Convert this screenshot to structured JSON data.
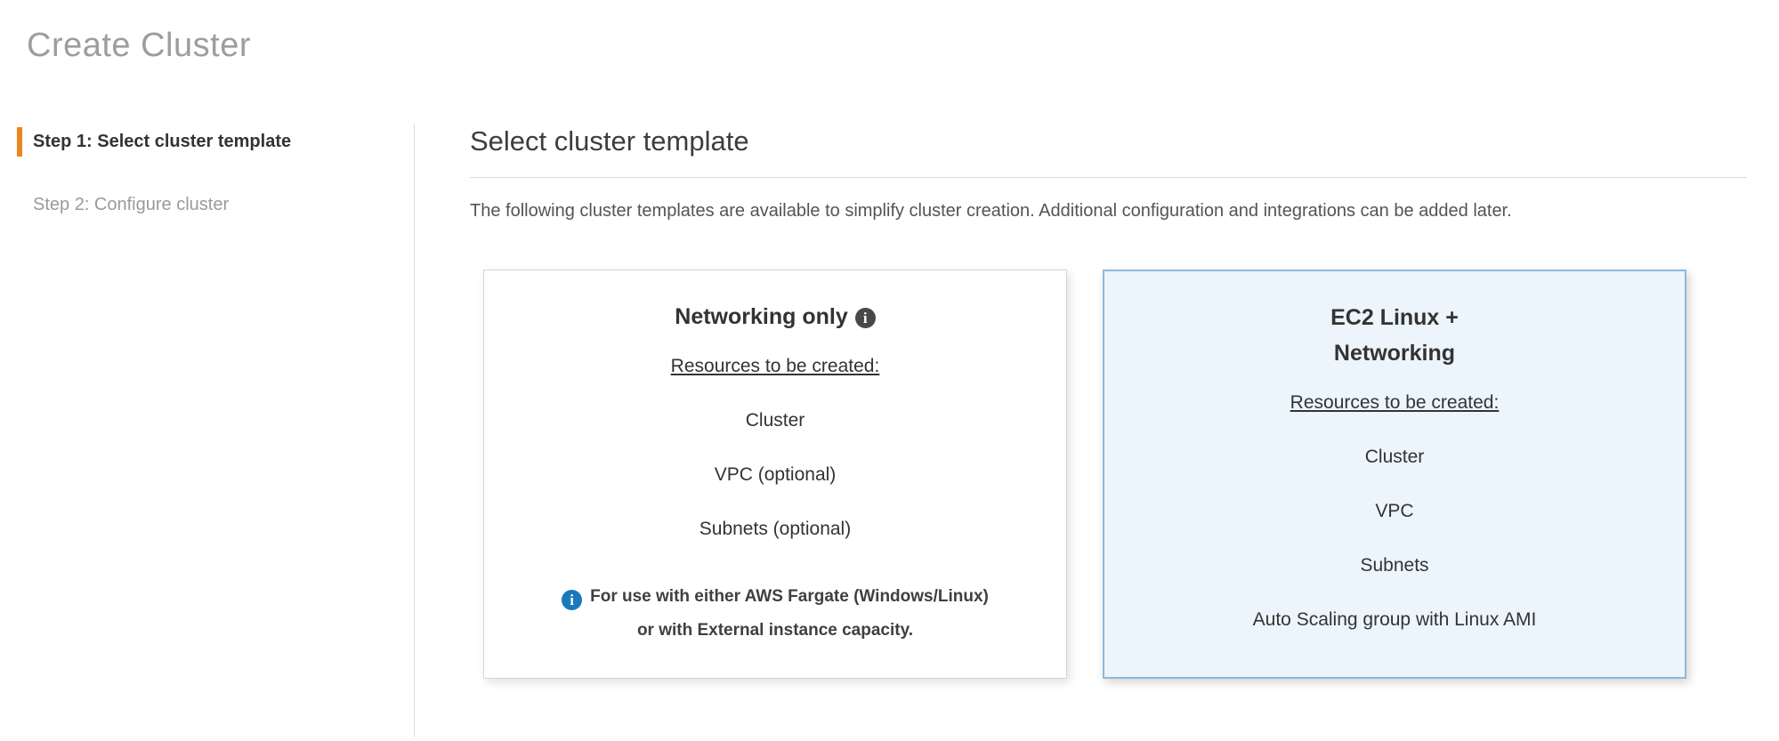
{
  "page": {
    "title": "Create Cluster"
  },
  "sidebar": {
    "steps": [
      {
        "label": "Step 1: Select cluster template",
        "active": true
      },
      {
        "label": "Step 2: Configure cluster",
        "active": false
      }
    ]
  },
  "main": {
    "heading": "Select cluster template",
    "description": "The following cluster templates are available to simplify cluster creation. Additional configuration and integrations can be added later.",
    "cards": [
      {
        "title": "Networking only",
        "title_lines": [
          "Networking only"
        ],
        "title_info_icon": "info-circle-dark",
        "resources_label": "Resources to be created:",
        "resources": [
          "Cluster",
          "VPC (optional)",
          "Subnets (optional)"
        ],
        "note_icon": "info-circle-blue",
        "note_lines": [
          "For use with either AWS Fargate (Windows/Linux)",
          "or with External instance capacity."
        ],
        "selected": false
      },
      {
        "title": "EC2 Linux + Networking",
        "title_lines": [
          "EC2 Linux +",
          "Networking"
        ],
        "resources_label": "Resources to be created:",
        "resources": [
          "Cluster",
          "VPC",
          "Subnets",
          "Auto Scaling group with Linux AMI"
        ],
        "selected": true
      }
    ]
  },
  "colors": {
    "accent_orange": "#e8871e",
    "selected_card_bg": "#ecf5fc",
    "selected_card_border": "#8fb9da",
    "info_icon_dark": "#484848",
    "info_icon_blue": "#187abc"
  }
}
